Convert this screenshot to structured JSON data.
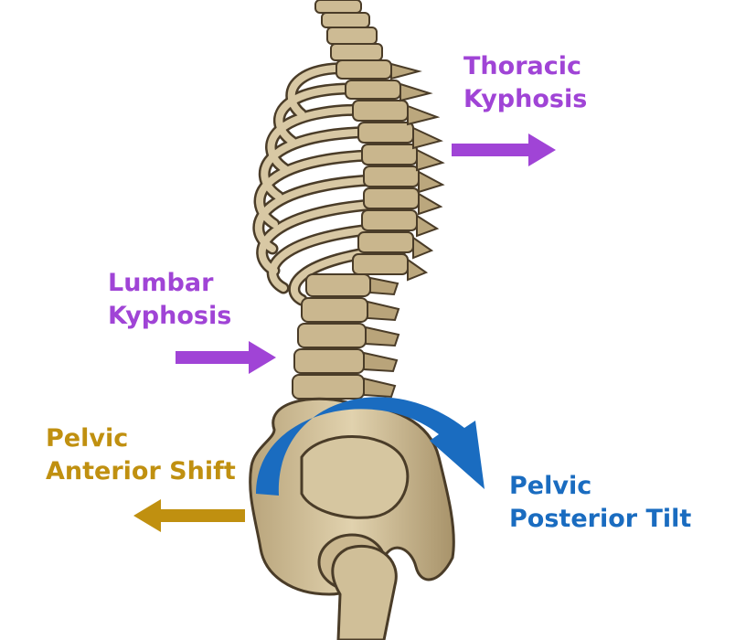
{
  "colors": {
    "purple": "#a044d6",
    "gold": "#c09010",
    "blue": "#1a6cc0",
    "bone": "#d4c3a0",
    "bone_shadow": "#8c7a58",
    "bone_outline": "#4a3c28"
  },
  "labels": {
    "thoracic": {
      "line1": "Thoracic",
      "line2": "Kyphosis"
    },
    "lumbar": {
      "line1": "Lumbar",
      "line2": "Kyphosis"
    },
    "pelvic_shift": {
      "line1": "Pelvic",
      "line2": "Anterior Shift"
    },
    "pelvic_tilt": {
      "line1": "Pelvic",
      "line2": "Posterior Tilt"
    }
  },
  "arrows": {
    "thoracic": {
      "direction": "right",
      "color": "purple"
    },
    "lumbar": {
      "direction": "right",
      "color": "purple"
    },
    "pelvic_shift": {
      "direction": "left",
      "color": "gold"
    },
    "pelvic_tilt": {
      "direction": "clockwise-curve",
      "color": "blue"
    }
  }
}
